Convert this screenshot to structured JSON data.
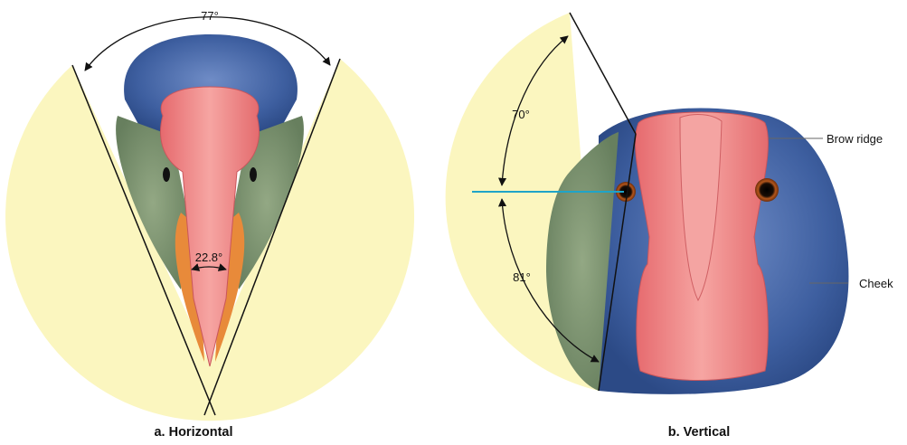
{
  "panels": {
    "horizontal": {
      "caption": "a. Horizontal",
      "angle_total": "77°",
      "angle_binocular": "22.8°"
    },
    "vertical": {
      "caption": "b. Vertical",
      "angle_upper": "70°",
      "angle_lower": "81°",
      "label_brow": "Brow ridge",
      "label_cheek": "Cheek"
    }
  },
  "colors": {
    "visual_field": "#fbf6bf",
    "crown_blue": "#4a6aa8",
    "cheek_green": "#7a9570",
    "beak_pink": "#ef8a8a",
    "beak_orange": "#e88a3a",
    "horizon_line": "#1fa4c8"
  }
}
